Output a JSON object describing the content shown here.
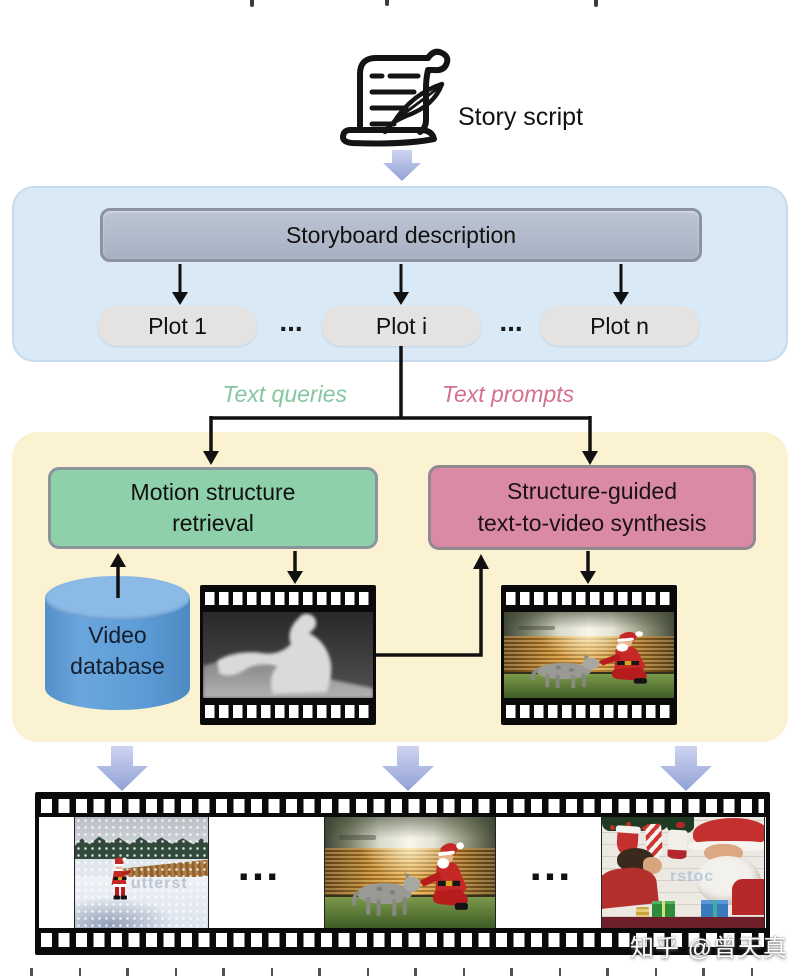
{
  "header": {
    "story_script": "Story script"
  },
  "storyboard_panel": {
    "title": "Storyboard description",
    "plots": [
      "Plot 1",
      "Plot i",
      "Plot n"
    ],
    "ellipsis": "..."
  },
  "connector": {
    "text_queries": "Text queries",
    "text_prompts": "Text prompts"
  },
  "process_panel": {
    "motion_box": {
      "line1": "Motion structure",
      "line2": "retrieval"
    },
    "synthesis_box": {
      "line1": "Structure-guided",
      "line2": "text-to-video synthesis"
    },
    "video_db": {
      "line1": "Video",
      "line2": "database"
    }
  },
  "output_strip": {
    "ellipsis": "..."
  },
  "watermarks": {
    "site_credit": "知乎 @曾天真",
    "frame_snow": "utterst",
    "frame_indoor": "rstoc"
  },
  "colors": {
    "panel_blue": "#d9e9f6",
    "panel_yellow": "#fbf2d2",
    "storyboard_box": "#aeb8c9",
    "box_green": "#8ed0a9",
    "box_pink": "#db8aa5",
    "text_green": "#85c6a0",
    "text_pink": "#d4718d",
    "cylinder_blue": "#5b9bd5",
    "block_arrow_blue": "#a3b1de"
  }
}
